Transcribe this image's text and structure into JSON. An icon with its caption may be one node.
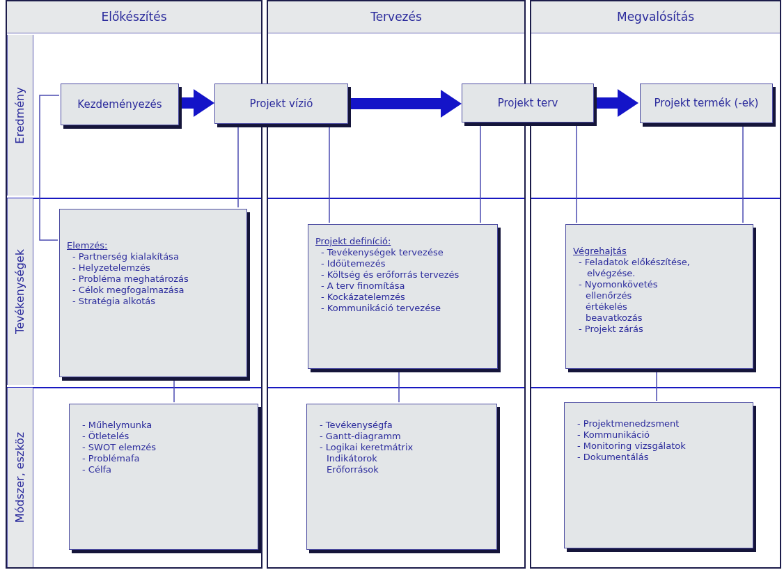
{
  "diagram": {
    "nodes": [
      {
        "text": [
          "Előkészítés"
        ]
      },
      {
        "text": [
          "Tervezés"
        ]
      },
      {
        "text": [
          "Megvalósítás"
        ]
      },
      {
        "text": [
          "Kezdeményezés"
        ],
        "in": 0
      },
      {
        "text": [
          "Projekt vízió"
        ]
      },
      {
        "text": [
          "Projekt terv"
        ]
      },
      {
        "text": [
          "Projekt termék (-ek)"
        ],
        "in": 2
      },
      {
        "text": [
          "Elemzés:",
          "- Partnerség kialakítása",
          "- Helyzetelemzés",
          "- Probléma meghatározás",
          "- Célok megfogalmazása",
          "- Stratégia alkotás"
        ],
        "in": 0
      },
      {
        "text": [
          "Projekt definíció:",
          "- Tevékenységek tervezése",
          "- Időütemezés",
          "- Költség és erőforrás tervezés",
          "- A terv finomítása",
          "- Kockázatelemzés",
          "- Kommunikáció tervezése"
        ],
        "in": 1
      },
      {
        "text": [
          "Végrehajtás",
          "- Feladatok előkészítése, elvégzése.",
          "- Nyomonkövetés",
          "ellenőrzés",
          "értékelés",
          "beavatkozás",
          "- Projekt zárás"
        ],
        "in": 2
      },
      {
        "text": [
          "- Műhelymunka",
          "- Ötletelés",
          "- SWOT elemzés",
          "- Problémafa",
          "- Célfa"
        ],
        "in": 0
      },
      {
        "text": [
          "- Tevékenységfa",
          "- Gantt-diagramm",
          "- Logikai keretmátrix",
          "Indikátorok",
          "Erőforrások"
        ],
        "in": 1
      },
      {
        "text": [
          "- Projektmenedzsment",
          "- Kommunikáció",
          "- Monitoring vizsgálatok",
          "- Dokumentálás"
        ],
        "in": 2
      }
    ],
    "edges": [
      {
        "from": 3,
        "to": 4,
        "arrow": "to",
        "style": "thick",
        "color": "#1414c8"
      },
      {
        "from": 4,
        "to": 5,
        "arrow": "to",
        "style": "thick",
        "color": "#1414c8"
      },
      {
        "from": 5,
        "to": 6,
        "arrow": "to",
        "style": "thick",
        "color": "#1414c8"
      },
      {
        "from": 3,
        "to": 7,
        "arrow": "none"
      },
      {
        "from": 4,
        "to": 7,
        "arrow": "none"
      },
      {
        "from": 4,
        "to": 8,
        "arrow": "none"
      },
      {
        "from": 5,
        "to": 8,
        "arrow": "none"
      },
      {
        "from": 5,
        "to": 9,
        "arrow": "none"
      },
      {
        "from": 6,
        "to": 9,
        "arrow": "none"
      },
      {
        "from": 7,
        "to": 10,
        "arrow": "none"
      },
      {
        "from": 8,
        "to": 11,
        "arrow": "none"
      },
      {
        "from": 9,
        "to": 12,
        "arrow": "none"
      }
    ],
    "labels": [
      "Eredmény",
      "Tevékenységek",
      "Módszer, eszköz"
    ]
  }
}
